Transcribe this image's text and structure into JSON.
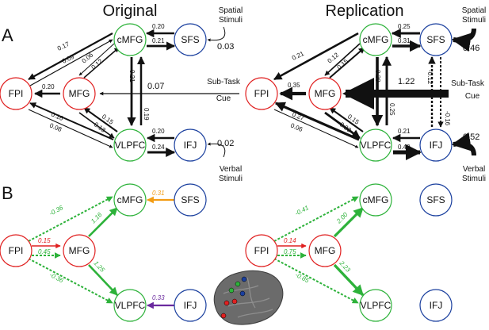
{
  "panels": {
    "a": "A",
    "b": "B"
  },
  "titles": {
    "left": "Original",
    "right": "Replication"
  },
  "nodes": {
    "fpi": "FPI",
    "mfg": "MFG",
    "cmfg": "cMFG",
    "sfs": "SFS",
    "vlpfc": "VLPFC",
    "ifj": "IFJ"
  },
  "annotations": {
    "spatial_1": "Spatial",
    "spatial_2": "Stimuli",
    "verbal_1": "Verbal",
    "verbal_2": "Stimuli",
    "subtask_1": "Sub-Task",
    "subtask_2": "Cue"
  },
  "original_weights": {
    "cmfg_fpi": "0.17",
    "fpi_cmfg": "0.09",
    "cmfg_mfg": "0.06",
    "mfg_cmfg": "0.12",
    "sfs_cmfg": "0.20",
    "cmfg_sfs": "0.21",
    "mfg_fpi": "0.20",
    "cmfg_vlpfc": "0.21",
    "vlpfc_cmfg": "0.19",
    "vlpfc_mfg": "0.15",
    "mfg_vlpfc": "0.13",
    "vlpfc_fpi": "0.16",
    "fpi_vlpfc": "0.08",
    "ifj_vlpfc": "0.20",
    "vlpfc_ifj": "0.24",
    "spatial": "0.03",
    "verbal": "0.02",
    "cue": "0.07"
  },
  "replication_weights": {
    "cmfg_fpi": "0.21",
    "cmfg_mfg": "0.12",
    "mfg_cmfg": "0.15",
    "sfs_cmfg": "0.25",
    "cmfg_sfs": "0.31",
    "mfg_fpi": "0.35",
    "cmfg_vlpfc": "0.29",
    "vlpfc_cmfg": "0.25",
    "vlpfc_mfg": "0.15",
    "mfg_vlpfc": "0.23",
    "vlpfc_fpi": "0.27",
    "fpi_vlpfc": "0.06",
    "ifj_vlpfc": "0.21",
    "vlpfc_ifj": "0.40",
    "sfs_ifj": "-0.16",
    "ifj_sfs": "-0.12",
    "spatial": "0.46",
    "verbal": "0.52",
    "cue": "1.22"
  },
  "b_original": {
    "fpi_cmfg": "-0.36",
    "fpi_mfg_red": "0.15",
    "fpi_mfg_green": "0.45",
    "mfg_cmfg": "1.16",
    "sfs_cmfg": "0.31",
    "mfg_vlpfc": "1.25",
    "fpi_vlpfc": "-0.36",
    "ifj_vlpfc": "0.33"
  },
  "b_replication": {
    "fpi_cmfg": "-0.41",
    "fpi_mfg_red": "0.14",
    "fpi_mfg_green": "0.75",
    "mfg_cmfg": "2.00",
    "mfg_vlpfc": "2.23",
    "fpi_vlpfc": "-0.85"
  },
  "colors": {
    "red": "#e02020",
    "green": "#2db23a",
    "blue": "#1a3f9e",
    "orange": "#f39c12",
    "purple": "#6a2a9e"
  }
}
